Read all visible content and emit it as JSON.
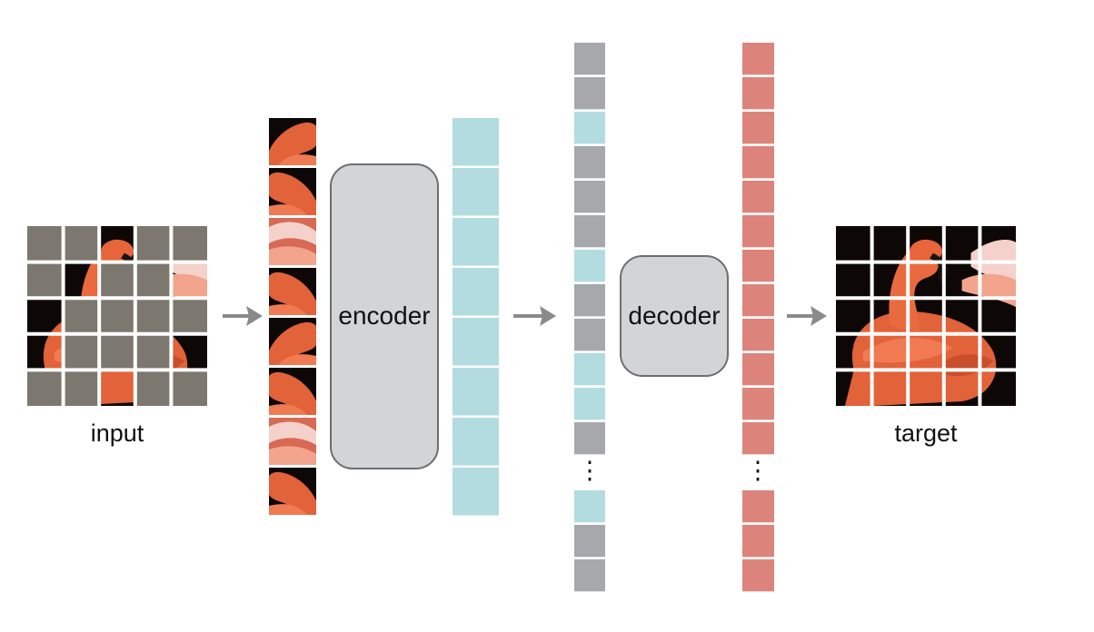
{
  "labels": {
    "input": "input",
    "encoder": "encoder",
    "decoder": "decoder",
    "target": "target",
    "ellipsis": "⋮"
  },
  "colors": {
    "mask_gray": "#7c786f",
    "token_cyan": "#b2dce0",
    "mask_token_gray": "#a7a8ab",
    "output_red": "#dc847b",
    "box_fill": "#d3d4d6",
    "box_stroke": "#6d6e71",
    "arrow": "#8a8a8a",
    "image_dark": "#0d0806",
    "flamingo": "#e2623a",
    "flamingo_light": "#f2a58c",
    "feather_pink": "#f4d2cb"
  },
  "input_grid": {
    "rows": 5,
    "cols": 5,
    "visible_cells": [
      [
        0,
        2
      ],
      [
        1,
        1
      ],
      [
        1,
        4
      ],
      [
        2,
        0
      ],
      [
        3,
        0
      ],
      [
        3,
        4
      ],
      [
        4,
        2
      ]
    ]
  },
  "visible_patch_count": 8,
  "encoder_token_count": 8,
  "decoder_column": {
    "top": [
      "mask",
      "mask",
      "token",
      "mask",
      "mask",
      "mask",
      "token",
      "mask",
      "mask",
      "token",
      "token",
      "mask"
    ],
    "bottom": [
      "token",
      "mask",
      "mask"
    ]
  },
  "output_column": {
    "top_count": 12,
    "bottom_count": 3
  }
}
